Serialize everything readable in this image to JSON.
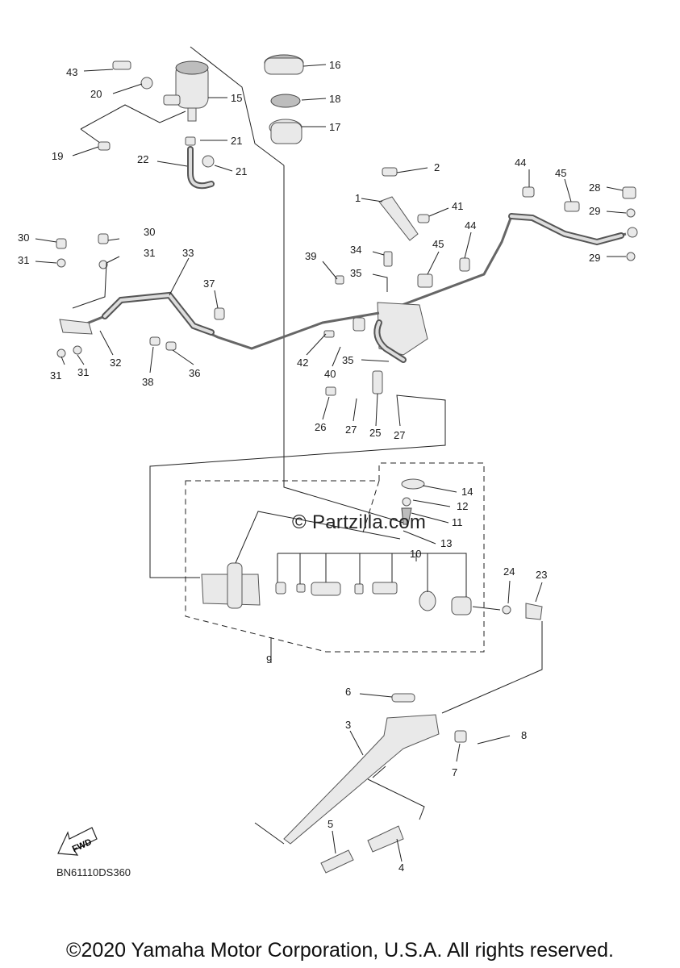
{
  "diagram": {
    "callouts": [
      "43",
      "20",
      "15",
      "16",
      "18",
      "17",
      "19",
      "21",
      "21",
      "22",
      "2",
      "1",
      "41",
      "44",
      "45",
      "28",
      "29",
      "29",
      "44",
      "45",
      "30",
      "30",
      "31",
      "31",
      "33",
      "39",
      "34",
      "35",
      "37",
      "31",
      "31",
      "32",
      "38",
      "36",
      "42",
      "40",
      "35",
      "26",
      "27",
      "25",
      "27",
      "14",
      "12",
      "11",
      "13",
      "10",
      "24",
      "23",
      "9",
      "6",
      "8",
      "3",
      "7",
      "5",
      "4"
    ],
    "fwd_label": "FWD",
    "watermark": "© Partzilla.com"
  },
  "footer": {
    "doc_code": "BN61110DS360",
    "copyright": "©2020 Yamaha Motor Corporation, U.S.A. All rights reserved."
  }
}
